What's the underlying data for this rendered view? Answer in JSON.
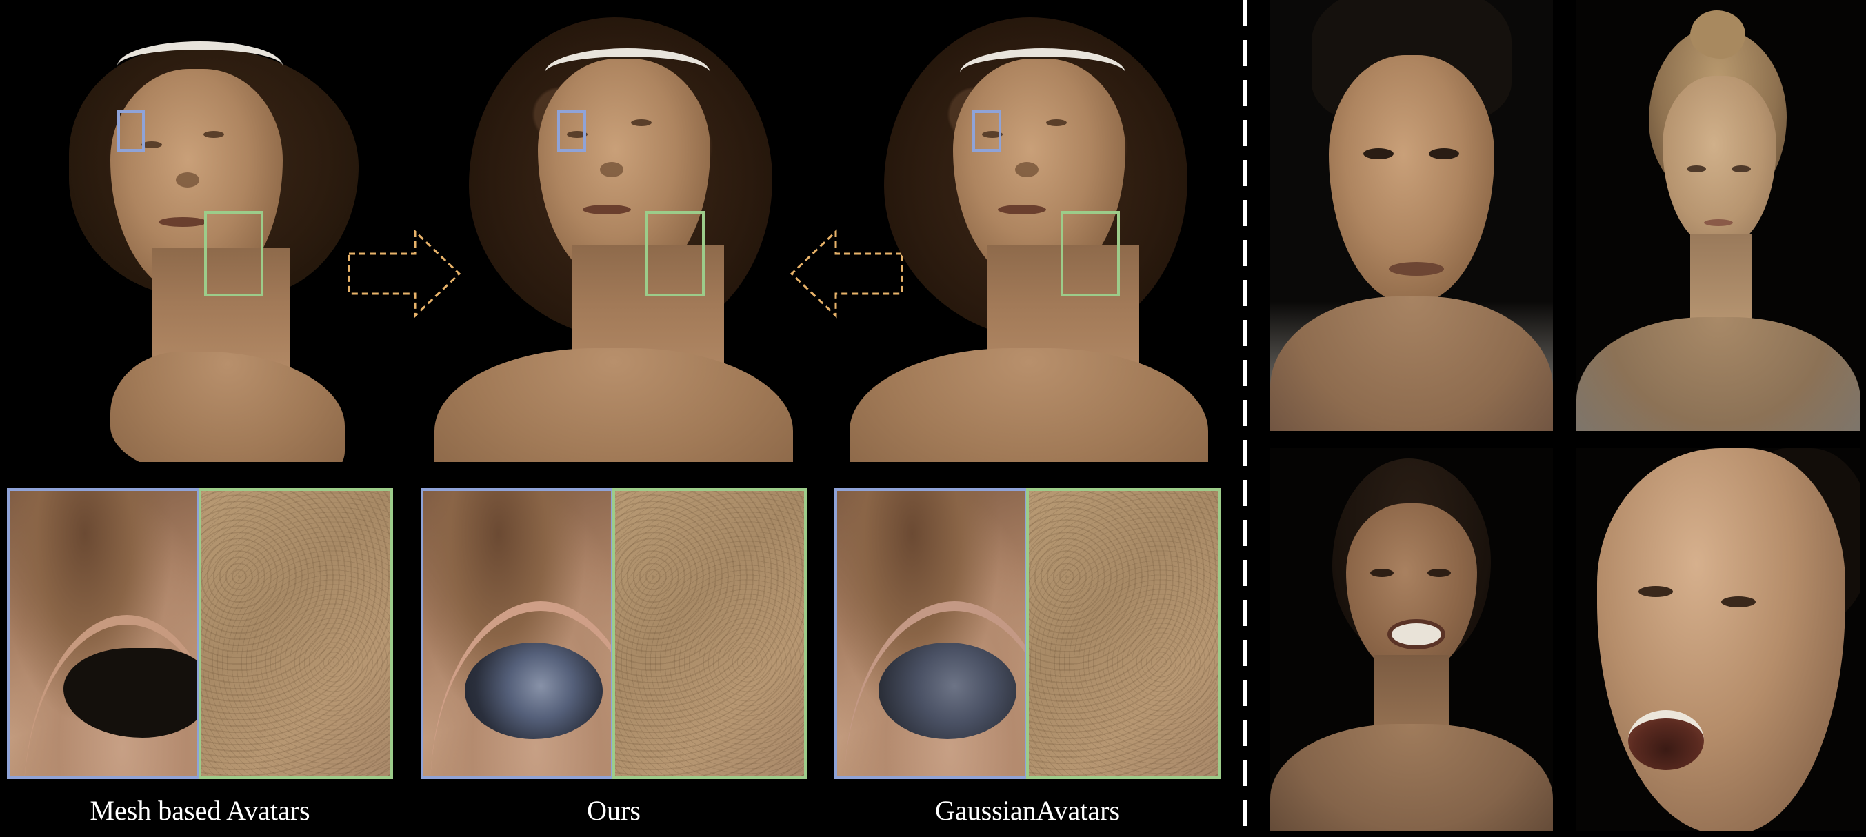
{
  "figure": {
    "captions": {
      "mesh": "Mesh based Avatars",
      "ours": "Ours",
      "gaussian": "GaussianAvatars"
    },
    "colors": {
      "background": "#000000",
      "roi_blue": "#8fa3d8",
      "roi_green": "#9ccc8a",
      "arrow_outline": "#e8b36a",
      "divider": "#ffffff"
    },
    "panels": [
      {
        "id": "mesh",
        "caption_key": "mesh"
      },
      {
        "id": "ours",
        "caption_key": "ours"
      },
      {
        "id": "gaussian",
        "caption_key": "gaussian"
      }
    ],
    "gallery": [
      "subject-1",
      "subject-2",
      "subject-3",
      "subject-4"
    ]
  }
}
